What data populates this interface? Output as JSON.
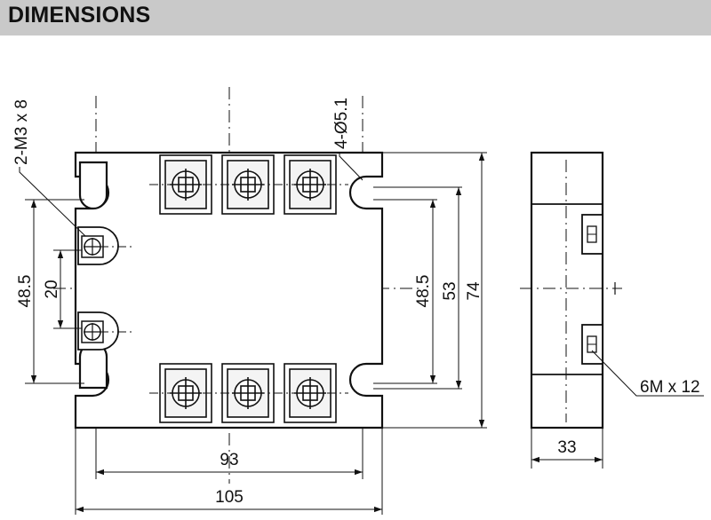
{
  "header": {
    "title": "DIMENSIONS"
  },
  "dimensions": {
    "screw_label": "2-M3 x 8",
    "hole_label": "4-Ø5.1",
    "mount_label": "6M x 12",
    "hole_spacing_left": "48.5",
    "screw_spacing": "20",
    "hole_spacing_right": "48.5",
    "inner_height": "53",
    "overall_height": "74",
    "hole_pitch_width": "93",
    "overall_width": "105",
    "depth": "33"
  },
  "colors": {
    "line": "#111111",
    "header_bg": "#c9c9c9",
    "terminal_fill": "#f4f4f4"
  }
}
